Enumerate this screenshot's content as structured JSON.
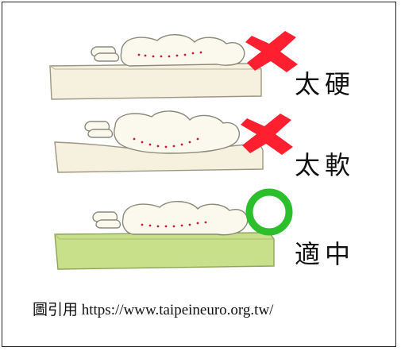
{
  "panels": [
    {
      "label": "太硬",
      "verdict": "bad",
      "mark": "cross-icon",
      "mattress": "hard"
    },
    {
      "label": "太軟",
      "verdict": "bad",
      "mark": "cross-icon",
      "mattress": "soft"
    },
    {
      "label": "適中",
      "verdict": "good",
      "mark": "circle-icon",
      "mattress": "medium"
    }
  ],
  "caption": "圖引用 https://www.taipeineuro.org.tw/",
  "colors": {
    "cross": "#ff1f2e",
    "circle": "#2bbf2b",
    "mattress_plain": "#f6f1de",
    "mattress_green": "#c9e08b",
    "body_outline": "#8a8a7a",
    "spine_dots": "#c0203a"
  }
}
